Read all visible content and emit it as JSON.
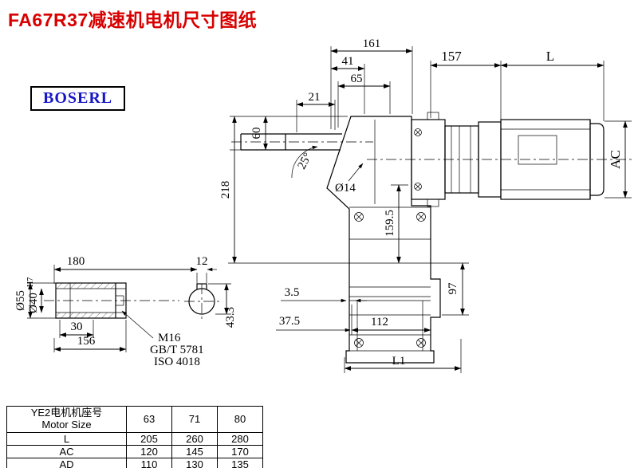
{
  "title": "FA67R37减速机电机尺寸图纸",
  "brand": "BOSERL",
  "dims": {
    "d161": "161",
    "d41": "41",
    "d65": "65",
    "d21": "21",
    "d157": "157",
    "L": "L",
    "d60": "60",
    "d218": "218",
    "dia14": "Ø14",
    "angle": "25°",
    "d159_5": "159.5",
    "d97": "97",
    "AC": "AC",
    "d3_5": "3.5",
    "d37_5": "37.5",
    "d112": "112",
    "L1": "L1"
  },
  "shaft": {
    "d180": "180",
    "d12": "12",
    "dia55": "Ø55",
    "dia40": "Ø40",
    "tol": "H7",
    "d30": "30",
    "d156": "156",
    "thread": "M16",
    "std1": "GB/T 5781",
    "std2": "ISO 4018",
    "d43_3": "43.3"
  },
  "table": {
    "header_cn": "YE2电机机座号",
    "header_en": "Motor Size",
    "sizes": [
      "63",
      "71",
      "80"
    ],
    "rows": [
      {
        "label": "L",
        "values": [
          "205",
          "260",
          "280"
        ]
      },
      {
        "label": "AC",
        "values": [
          "120",
          "145",
          "170"
        ]
      },
      {
        "label": "AD",
        "values": [
          "110",
          "130",
          "135"
        ]
      }
    ]
  }
}
